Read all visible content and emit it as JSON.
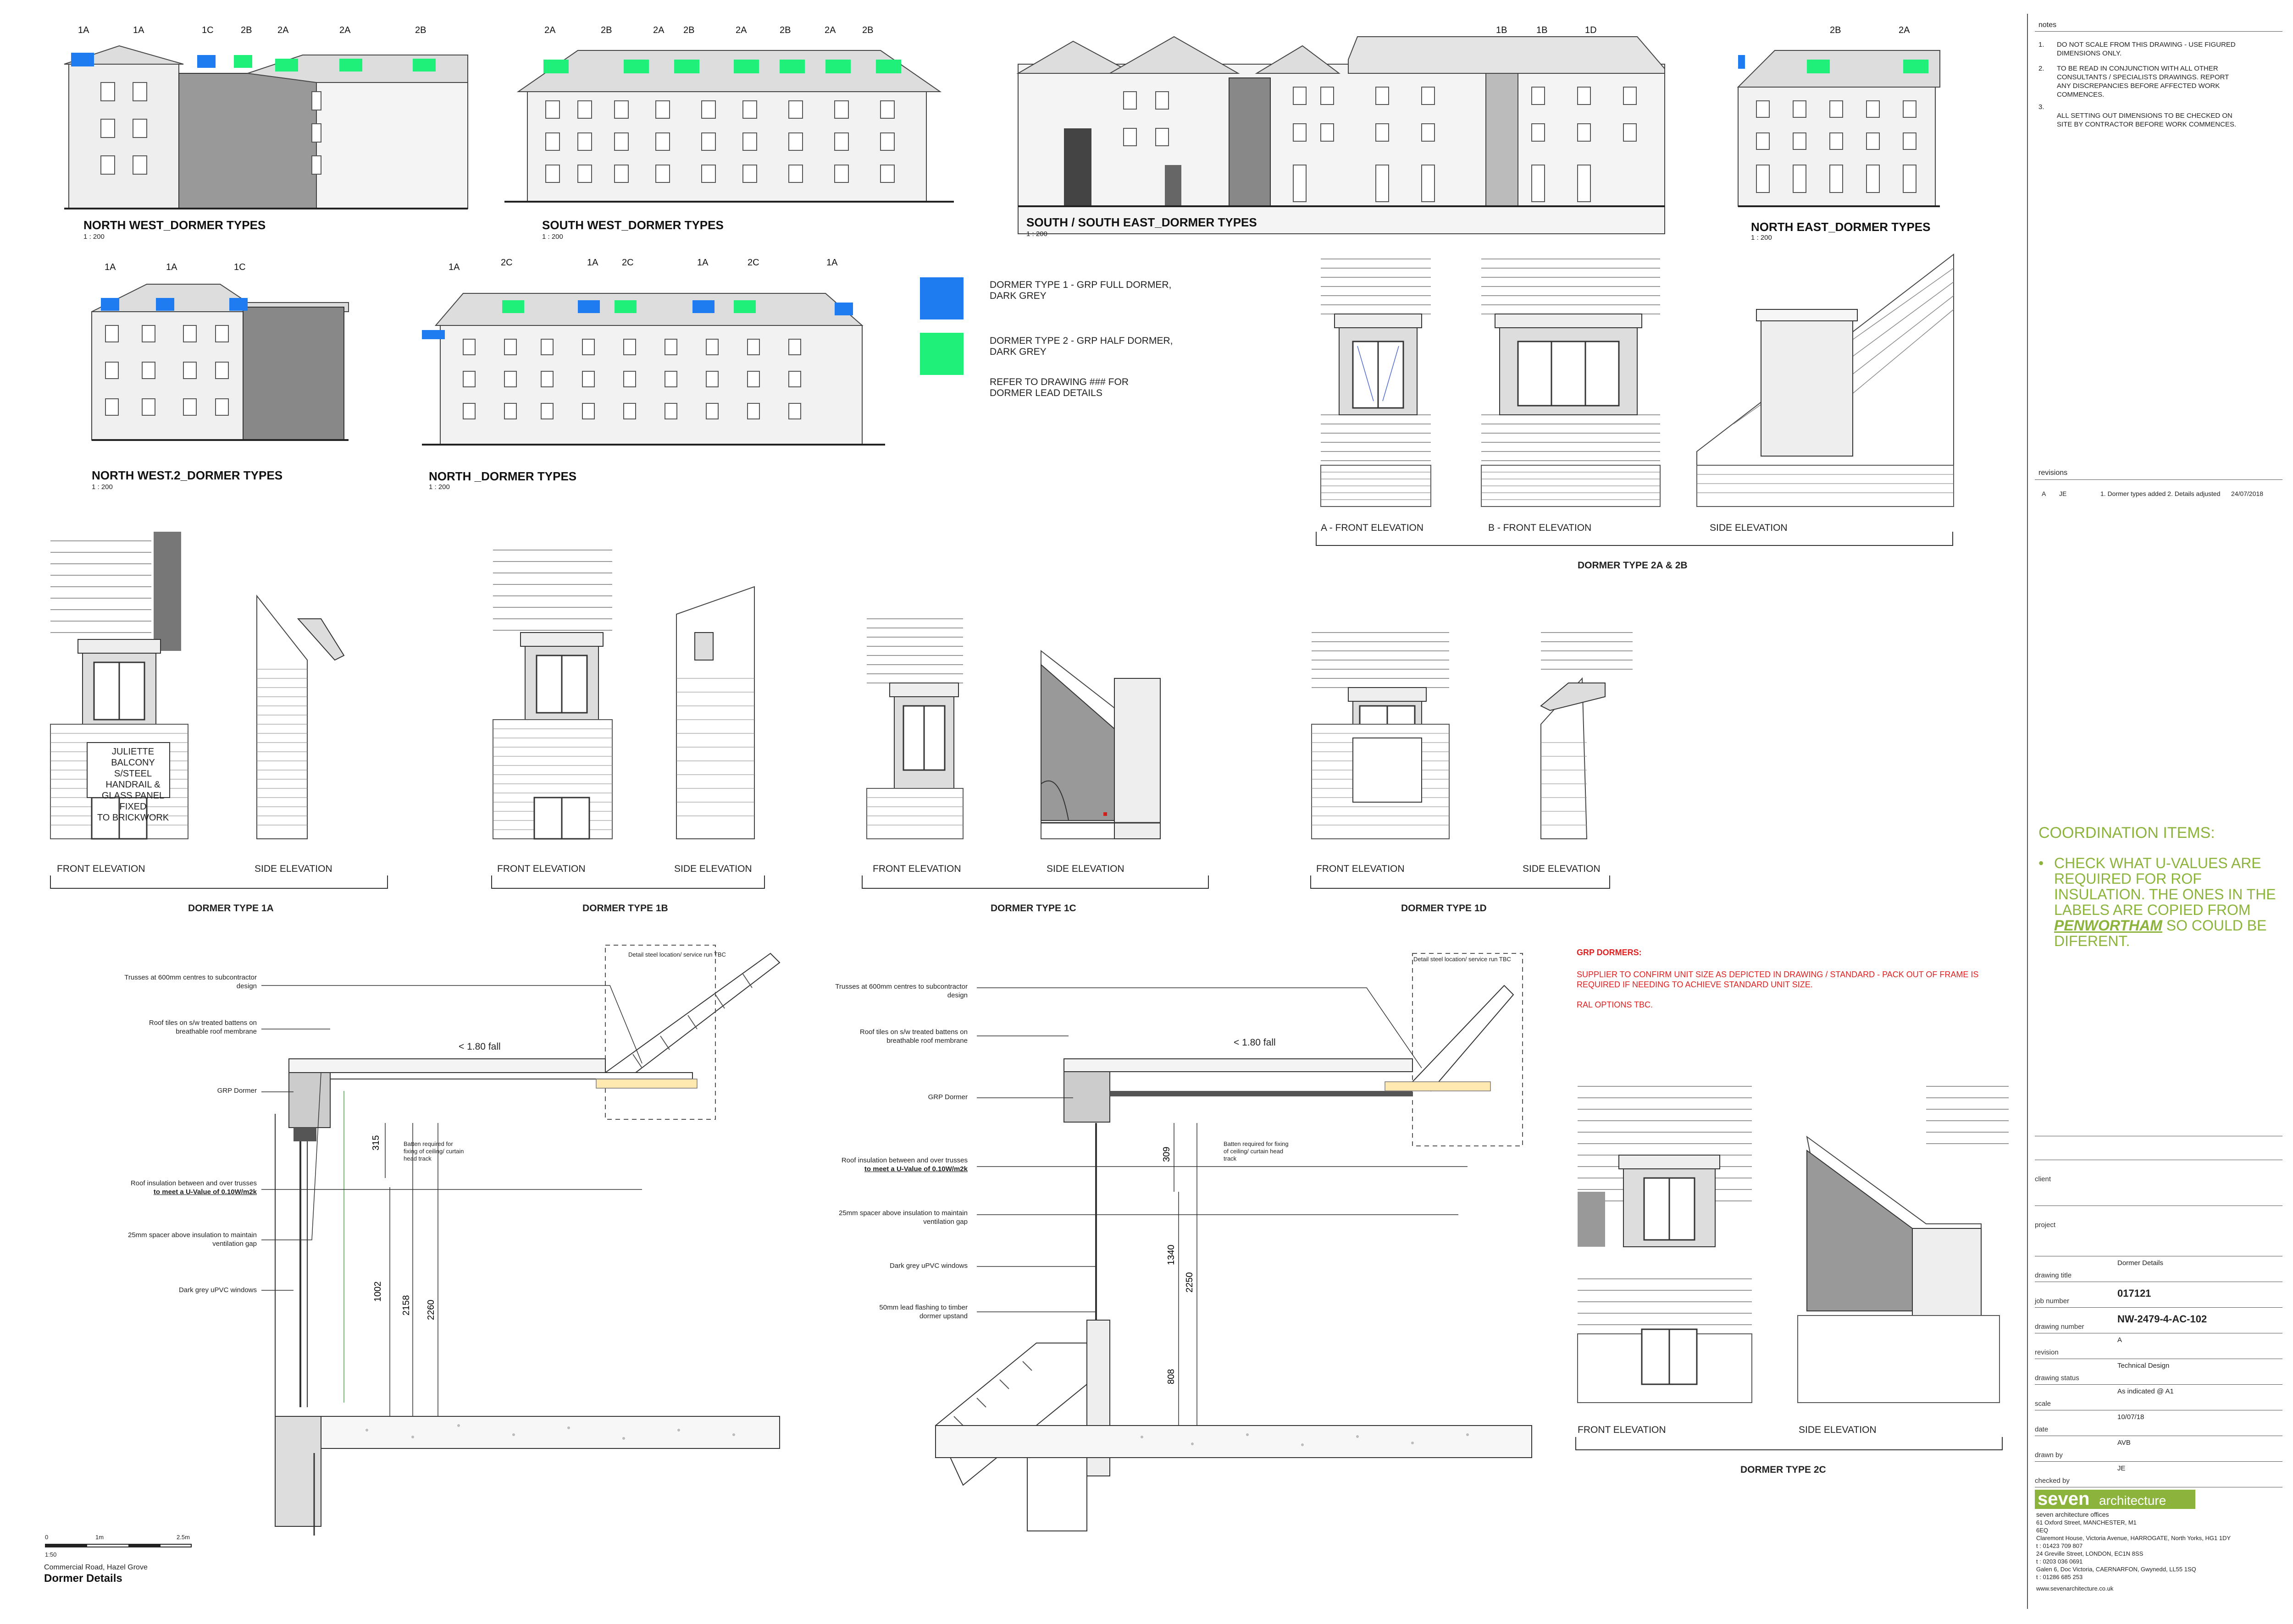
{
  "elevations": {
    "nw": {
      "title": "NORTH WEST_DORMER TYPES",
      "scale": "1 : 200",
      "tags": [
        "1A",
        "1A",
        "1C",
        "2B",
        "2A",
        "2A",
        "2B"
      ]
    },
    "sw": {
      "title": "SOUTH WEST_DORMER TYPES",
      "scale": "1 : 200",
      "tags": [
        "2A",
        "2B",
        "2A",
        "2B",
        "2A",
        "2B",
        "2A",
        "2B"
      ]
    },
    "sse": {
      "title": "SOUTH / SOUTH EAST_DORMER TYPES",
      "scale": "1 : 200",
      "tags": [
        "1B",
        "1B",
        "1D"
      ]
    },
    "ne": {
      "title": "NORTH EAST_DORMER TYPES",
      "scale": "1 : 200",
      "tags": [
        "2B",
        "2A"
      ]
    },
    "nw2": {
      "title": "NORTH WEST.2_DORMER TYPES",
      "scale": "1 : 200",
      "tags": [
        "1A",
        "1A",
        "1C"
      ]
    },
    "n": {
      "title": "NORTH _DORMER TYPES",
      "scale": "1 : 200",
      "tags": [
        "1A",
        "2C",
        "1A",
        "2C",
        "1A",
        "2C",
        "1A"
      ]
    }
  },
  "legend": {
    "type1": "DORMER TYPE 1 - GRP FULL DORMER, DARK GREY",
    "type2": "DORMER TYPE 2 - GRP HALF DORMER, DARK GREY",
    "ref": "REFER TO DRAWING ### FOR DORMER LEAD DETAILS",
    "color1": "#1e7cf0",
    "color2": "#1ef07a"
  },
  "dormer_2a2b": {
    "a": "A - FRONT ELEVATION",
    "b": "B - FRONT ELEVATION",
    "side": "SIDE ELEVATION",
    "title": "DORMER TYPE 2A & 2B"
  },
  "dormer_1a": {
    "front": "FRONT ELEVATION",
    "side": "SIDE ELEVATION",
    "title": "DORMER TYPE 1A",
    "note": [
      "JULIETTE BALCONY",
      "S/STEEL HANDRAIL &",
      "GLASS PANEL FIXED",
      "TO BRICKWORK"
    ]
  },
  "dormer_1b": {
    "front": "FRONT ELEVATION",
    "side": "SIDE ELEVATION",
    "title": "DORMER TYPE 1B"
  },
  "dormer_1c": {
    "front": "FRONT ELEVATION",
    "side": "SIDE ELEVATION",
    "title": "DORMER TYPE 1C"
  },
  "dormer_1d": {
    "front": "FRONT ELEVATION",
    "side": "SIDE ELEVATION",
    "title": "DORMER TYPE 1D"
  },
  "dormer_2c": {
    "front": "FRONT ELEVATION",
    "side": "SIDE ELEVATION",
    "title": "DORMER TYPE 2C"
  },
  "section1": {
    "notes": [
      [
        "Trusses at 600mm centres to subcontractor",
        "design"
      ],
      [
        "Roof tiles on s/w treated battens on",
        "breathable roof membrane"
      ],
      [
        "GRP Dormer"
      ],
      [
        "Roof insulation between and over trusses",
        "to meet a U-Value of 0.10W/m2k"
      ],
      [
        "25mm spacer above insulation to maintain",
        "ventilation gap"
      ],
      [
        "Dark grey uPVC windows"
      ]
    ],
    "fall": "< 1.80 fall",
    "detail": "Detail steel location/ service run TBC",
    "batten": [
      "Batten required for",
      "fixing of ceiling/ curtain",
      "head track"
    ],
    "dims": [
      "315",
      "1002",
      "2158",
      "2260"
    ]
  },
  "section2": {
    "notes": [
      [
        "Trusses at 600mm centres to subcontractor",
        "design"
      ],
      [
        "Roof tiles on s/w treated battens on",
        "breathable roof membrane"
      ],
      [
        "GRP Dormer"
      ],
      [
        "Roof insulation between and over trusses",
        "to meet a U-Value of 0.10W/m2k"
      ],
      [
        "25mm spacer above insulation to maintain",
        "ventilation gap"
      ],
      [
        "Dark grey uPVC windows"
      ],
      [
        "50mm lead flashing to timber",
        "dormer upstand"
      ]
    ],
    "fall": "< 1.80 fall",
    "detail": "Detail steel location/ service run TBC",
    "batten": [
      "Batten required for fixing",
      "of ceiling/ curtain head",
      "track"
    ],
    "dims": [
      "309",
      "1340",
      "2250",
      "808"
    ]
  },
  "grp": {
    "title": "GRP DORMERS:",
    "lines": [
      "SUPPLIER TO CONFIRM UNIT SIZE AS DEPICTED IN DRAWING / STANDARD - PACK OUT OF FRAME IS",
      "REQUIRED IF NEEDING TO ACHIEVE STANDARD UNIT SIZE.",
      "",
      "RAL OPTIONS TBC."
    ]
  },
  "notes": {
    "heading": "notes",
    "items": [
      {
        "n": "1.",
        "text": [
          "DO NOT SCALE FROM THIS DRAWING - USE FIGURED",
          "DIMENSIONS ONLY."
        ]
      },
      {
        "n": "2.",
        "text": [
          "TO BE READ IN CONJUNCTION WITH ALL OTHER",
          "CONSULTANTS / SPECIALISTS DRAWINGS. REPORT",
          "ANY DISCREPANCIES BEFORE AFFECTED WORK",
          "COMMENCES."
        ]
      },
      {
        "n": "3.",
        "text": [
          "ALL SETTING OUT DIMENSIONS TO BE CHECKED ON",
          "SITE BY CONTRACTOR BEFORE WORK COMMENCES."
        ]
      }
    ]
  },
  "revisions": {
    "heading": "revisions",
    "row": {
      "rev": "A",
      "by": "JE",
      "desc": "1. Dormer types added 2. Details adjusted",
      "date": "24/07/2018"
    }
  },
  "coordination": {
    "heading": "COORDINATION ITEMS:",
    "lines": [
      "CHECK WHAT U-VALUES ARE",
      "REQUIRED FOR ROF",
      "INSULATION. THE ONES IN THE",
      "LABELS ARE COPIED FROM"
    ],
    "emph": "PENWORTHAM",
    "tail": "SO COULD BE",
    "last": "DIFERENT."
  },
  "title_block": {
    "client": "client",
    "project": "project",
    "drawing_title_k": "drawing title",
    "drawing_title": "Dormer Details",
    "job_k": "job number",
    "job": "017121",
    "dwg_k": "drawing number",
    "dwg": "NW-2479-4-AC-102",
    "rev_k": "revision",
    "rev": "A",
    "status_k": "drawing status",
    "status": "Technical Design",
    "scale_k": "scale",
    "scale": "As indicated  @ A1",
    "date_k": "date",
    "date": "10/07/18",
    "drawn_k": "drawn by",
    "drawn": "AVB",
    "checked_k": "checked by",
    "checked": "JE",
    "brand": "seven",
    "brand2": "architecture",
    "offices": [
      "seven architecture offices",
      "61 Oxford Street, MANCHESTER, M1",
      "6EQ",
      "Claremont House, Victoria Avenue, HARROGATE,  North Yorks, HG1 1DY",
      "t : 01423 709 807",
      "24 Greville Street, LONDON, EC1N 8SS",
      "t : 0203 036 0691",
      "Galen 6, Doc Victoria, CAERNARFON, Gwynedd, LL55 1SQ",
      "t : 01286 685 253",
      "www.sevenarchitecture.co.uk"
    ]
  },
  "bottom": {
    "scale_labels": [
      "0",
      "1m",
      "2.5m"
    ],
    "scale_ratio": "1:50",
    "project": "Commercial Road, Hazel Grove",
    "title": "Dormer Details"
  }
}
